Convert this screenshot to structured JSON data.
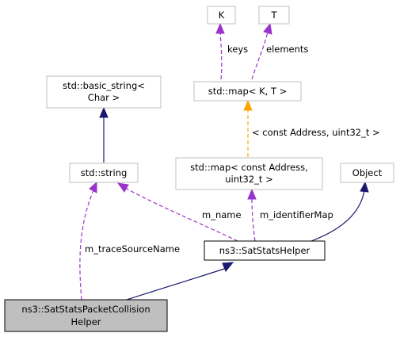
{
  "nodes": {
    "k": {
      "lines": [
        "K"
      ]
    },
    "t": {
      "lines": [
        "T"
      ]
    },
    "basic_string": {
      "lines": [
        "std::basic_string<",
        "Char >"
      ]
    },
    "map_kt": {
      "lines": [
        "std::map< K, T >"
      ]
    },
    "string": {
      "lines": [
        "std::string"
      ]
    },
    "map_addr": {
      "lines": [
        "std::map< const Address,",
        "uint32_t >"
      ]
    },
    "object": {
      "lines": [
        "Object"
      ]
    },
    "helper": {
      "lines": [
        "ns3::SatStatsHelper"
      ]
    },
    "collision": {
      "lines": [
        "ns3::SatStatsPacketCollision",
        "Helper"
      ]
    }
  },
  "edges": {
    "keys": "keys",
    "elements": "elements",
    "template_args": "< const Address, uint32_t >",
    "m_name": "m_name",
    "m_identifierMap": "m_identifierMap",
    "m_traceSourceName": "m_traceSourceName"
  },
  "colors": {
    "inheritance": "#191970",
    "usage": "#9a32cd",
    "template": "#ffa500",
    "focus_fill": "#bfbfbf"
  }
}
